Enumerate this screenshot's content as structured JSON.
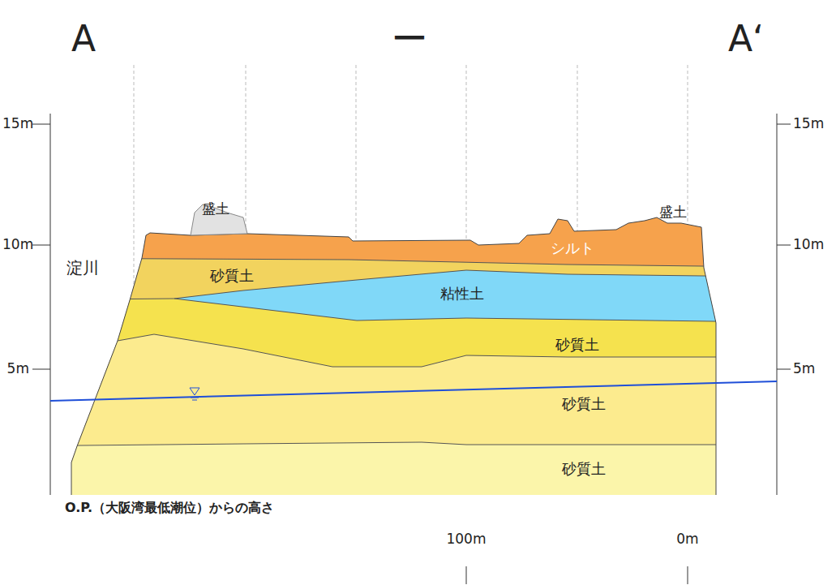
{
  "diagram": {
    "nodes": [
      {
        "text": [
          "盛土"
        ]
      },
      {
        "text": [
          "盛土"
        ]
      },
      {
        "text": [
          "シルト"
        ]
      },
      {
        "text": [
          "砂質土"
        ]
      },
      {
        "text": [
          "粘性土"
        ]
      },
      {
        "text": [
          "砂質土"
        ]
      },
      {
        "text": [
          "砂質土"
        ]
      },
      {
        "text": [
          "砂質土"
        ]
      }
    ],
    "labels": [
      "A",
      "ー",
      "A‘",
      "15m",
      "10m",
      "5m",
      "15m",
      "10m",
      "5m",
      "淀川",
      "O.P.（大阪湾最低潮位）からの高さ",
      "100m",
      "0m"
    ]
  }
}
